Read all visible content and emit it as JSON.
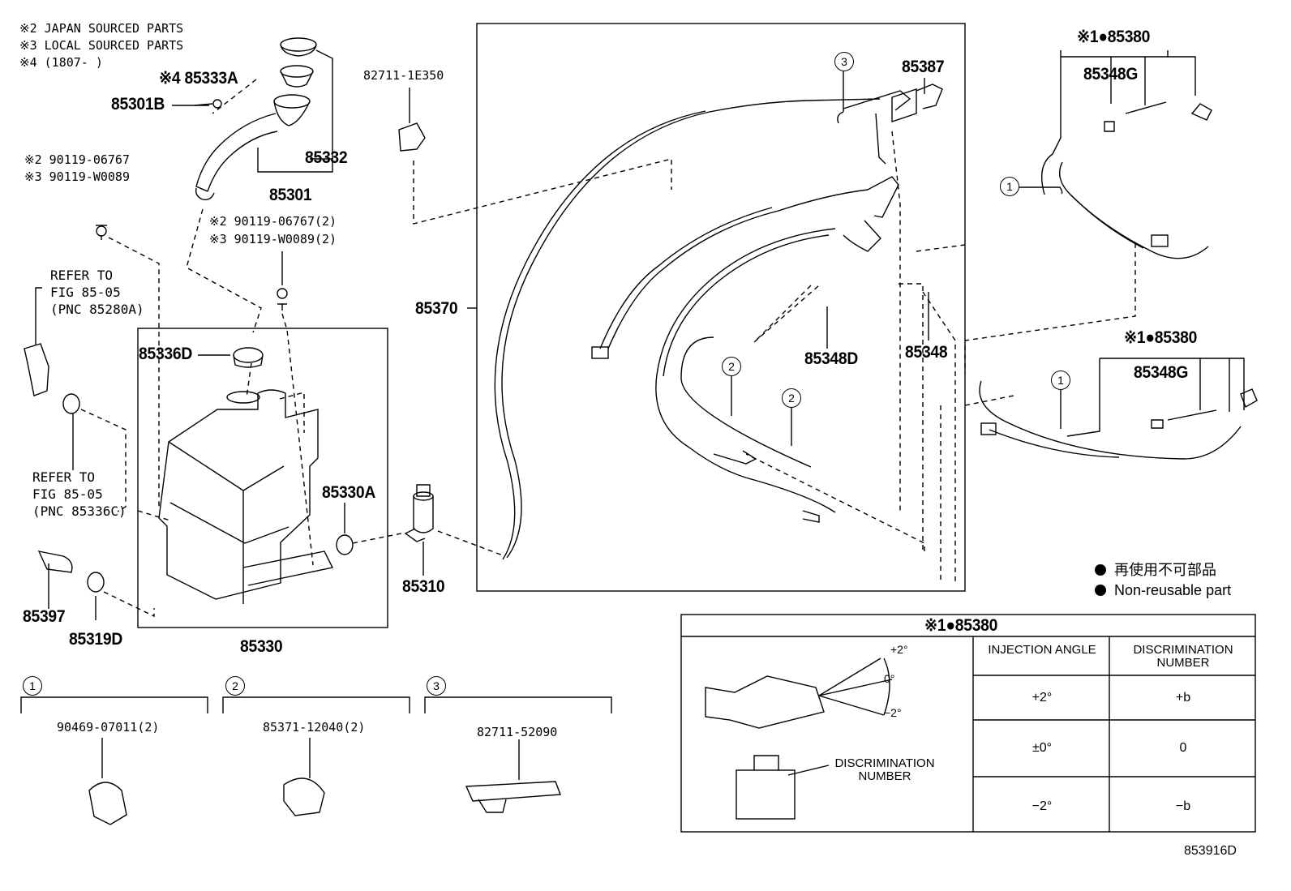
{
  "notes": [
    "※2 JAPAN SOURCED PARTS",
    "※3 LOCAL SOURCED PARTS",
    "※4 (1807-      )"
  ],
  "labels": {
    "p85333A": "※4 85333A",
    "p85301B": "85301B",
    "p85332": "85332",
    "p85301": "85301",
    "p82711_1E350": "82711-1E350",
    "bolt_jp": "※2 90119-06767",
    "bolt_local": "※3 90119-W0089",
    "bolt2_jp": "※2 90119-06767(2)",
    "bolt2_local": "※3 90119-W0089(2)",
    "refer1": [
      "REFER TO",
      "FIG 85-05",
      "(PNC 85280A)"
    ],
    "refer2": [
      "REFER TO",
      "FIG 85-05",
      "(PNC 85336C)"
    ],
    "p85336D": "85336D",
    "p85330A": "85330A",
    "p85397": "85397",
    "p85319D": "85319D",
    "p85330": "85330",
    "p85310": "85310",
    "p85370": "85370",
    "p85387": "85387",
    "p85348D": "85348D",
    "p85348": "85348",
    "p85380_top": "※1●85380",
    "p85348G_top": "85348G",
    "p85380_mid": "※1●85380",
    "p85348G_mid": "85348G",
    "clip1_pn": "90469-07011(2)",
    "clip2_pn": "85371-12040(2)",
    "clip3_pn": "82711-52090",
    "diagram_id": "853916D"
  },
  "callouts": [
    "1",
    "2",
    "3"
  ],
  "legend": {
    "japanese": "再使用不可部品",
    "english": "Non-reusable part"
  },
  "table": {
    "title": "※1●85380",
    "headers": [
      "INJECTION ANGLE",
      "DISCRIMINATION NUMBER"
    ],
    "diagram_labels": {
      "plus2": "+2°",
      "zero": "0°",
      "minus2": "−2°",
      "discrimination": "DISCRIMINATION NUMBER"
    },
    "rows": [
      {
        "angle": "+2°",
        "number": "+b"
      },
      {
        "angle": "±0°",
        "number": "0"
      },
      {
        "angle": "−2°",
        "number": "−b"
      }
    ]
  }
}
